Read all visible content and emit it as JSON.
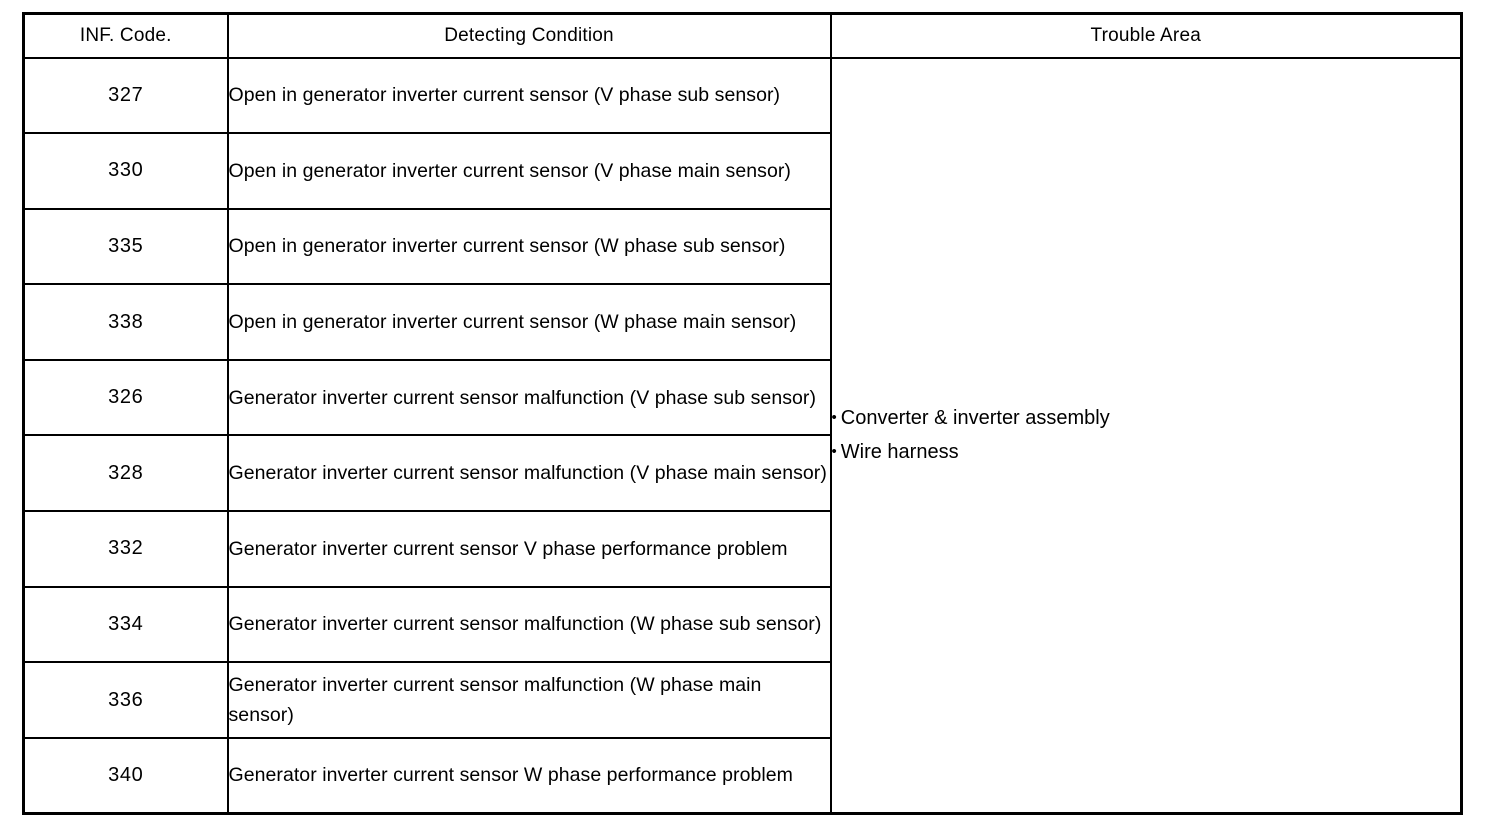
{
  "table": {
    "headers": {
      "code": "INF. Code.",
      "condition": "Detecting Condition",
      "trouble_area": "Trouble Area"
    },
    "rows": [
      {
        "code": "327",
        "condition": "Open in generator inverter current sensor (V phase sub sensor)"
      },
      {
        "code": "330",
        "condition": "Open in generator inverter current sensor (V phase main sensor)"
      },
      {
        "code": "335",
        "condition": "Open in generator inverter current sensor (W phase sub sensor)"
      },
      {
        "code": "338",
        "condition": "Open in generator inverter current sensor (W phase main sensor)"
      },
      {
        "code": "326",
        "condition": "Generator inverter current sensor malfunction (V phase sub sensor)"
      },
      {
        "code": "328",
        "condition": "Generator inverter current sensor malfunction (V phase main sensor)"
      },
      {
        "code": "332",
        "condition": "Generator inverter current sensor V phase performance problem"
      },
      {
        "code": "334",
        "condition": "Generator inverter current sensor malfunction (W phase sub sensor)"
      },
      {
        "code": "336",
        "condition": "Generator inverter current sensor malfunction (W phase main sensor)"
      },
      {
        "code": "340",
        "condition": "Generator inverter current sensor W phase performance problem"
      }
    ],
    "trouble_area_items": [
      "Converter & inverter assembly",
      "Wire harness"
    ],
    "bullet_glyph": "•"
  },
  "colors": {
    "border": "#000000",
    "text": "#000000",
    "background": "#ffffff"
  }
}
